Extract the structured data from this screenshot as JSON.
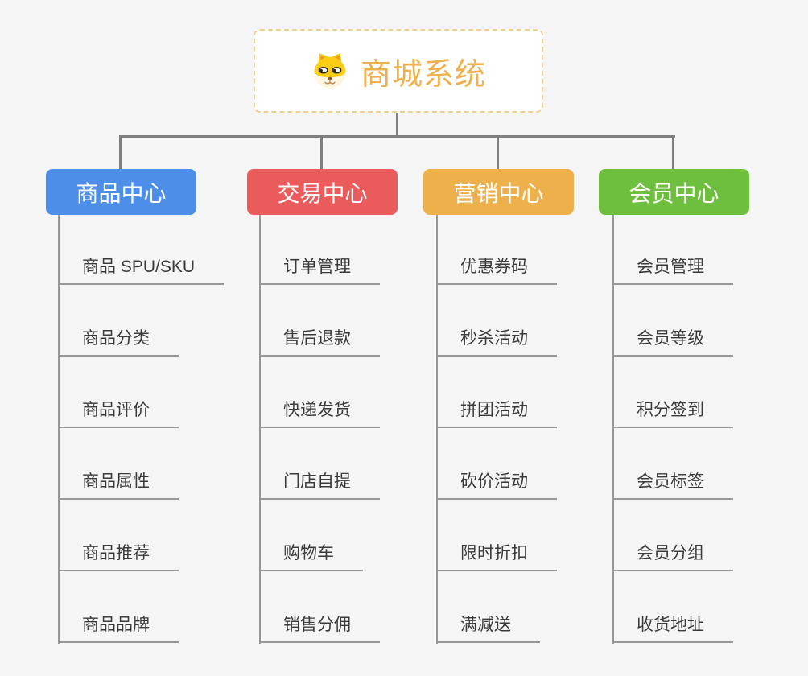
{
  "root": {
    "title": "商城系统",
    "icon": "dog-face-icon"
  },
  "branches": [
    {
      "label": "商品中心",
      "color": "#4d8fe8",
      "children": [
        "商品 SPU/SKU",
        "商品分类",
        "商品评价",
        "商品属性",
        "商品推荐",
        "商品品牌"
      ]
    },
    {
      "label": "交易中心",
      "color": "#ea5b5b",
      "children": [
        "订单管理",
        "售后退款",
        "快递发货",
        "门店自提",
        "购物车",
        "销售分佣"
      ]
    },
    {
      "label": "营销中心",
      "color": "#edb04a",
      "children": [
        "优惠券码",
        "秒杀活动",
        "拼团活动",
        "砍价活动",
        "限时折扣",
        "满减送"
      ]
    },
    {
      "label": "会员中心",
      "color": "#6fbf3f",
      "children": [
        "会员管理",
        "会员等级",
        "积分签到",
        "会员标签",
        "会员分组",
        "收货地址"
      ]
    }
  ],
  "colors": {
    "background": "#f5f5f5",
    "connector": "#7f7f7f",
    "child_line": "#979797",
    "child_text": "#3a3a3a",
    "root_text": "#efaf4c",
    "root_border": "#f2cd90"
  }
}
